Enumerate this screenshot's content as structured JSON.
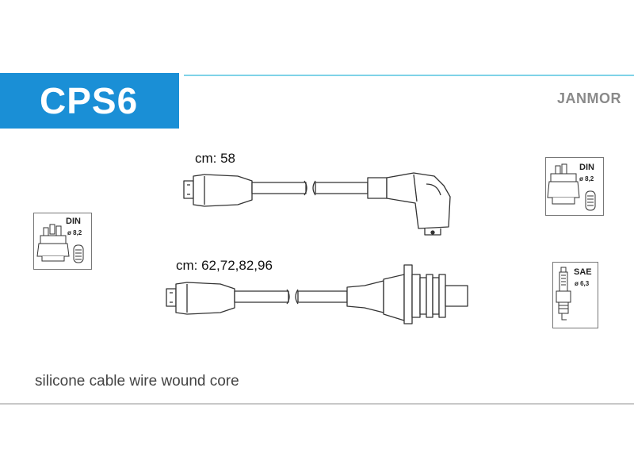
{
  "header": {
    "code": "CPS6",
    "brand": "JANMOR"
  },
  "cables": [
    {
      "length_label": "cm: 58"
    },
    {
      "length_label": "cm: 62,72,82,96"
    }
  ],
  "connectors": {
    "distributor": {
      "standard": "DIN",
      "diameter": "ø 8,2"
    },
    "coil": {
      "standard": "DIN",
      "diameter": "ø 8,2"
    },
    "spark_plug": {
      "standard": "SAE",
      "diameter": "ø 6,3"
    }
  },
  "footer": {
    "description": "silicone cable wire wound core"
  },
  "colors": {
    "accent": "#1a8fd6",
    "line": "#7fd3e8",
    "brand": "#8a8a8a"
  }
}
